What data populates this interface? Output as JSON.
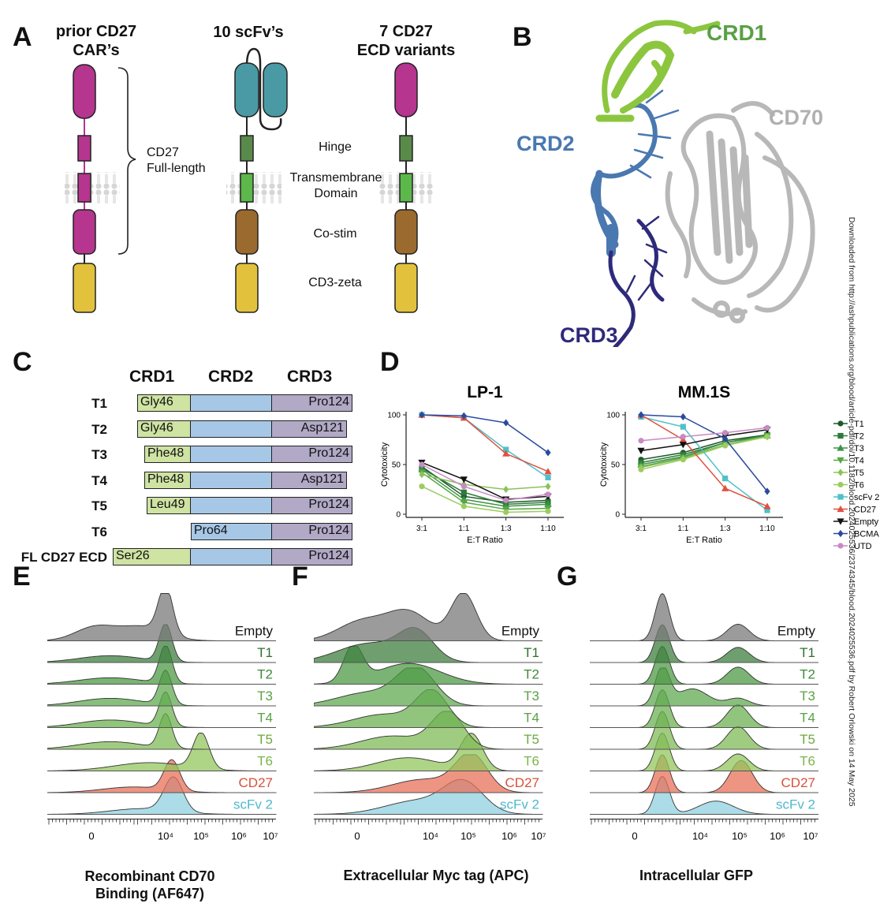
{
  "panels": {
    "A": {
      "letter": "A",
      "col1_title": [
        "prior CD27",
        "CAR’s"
      ],
      "col2_title": "10 scFv’s",
      "col3_title": [
        "7 CD27",
        "ECD variants"
      ],
      "brace_label": [
        "CD27",
        "Full-length"
      ],
      "domain_labels": [
        "Hinge",
        "Transmembrane",
        "Domain",
        "Co-stim",
        "CD3-zeta"
      ],
      "colors": {
        "cd27": "#b5358f",
        "scfv": "#4a9aa5",
        "hinge": "#5a8a4a",
        "tm": "#5cb84a",
        "costim": "#9b6a2e",
        "cd3z": "#e2c23c",
        "membrane": "#cfcfcf"
      }
    },
    "B": {
      "letter": "B",
      "labels": {
        "crd1": "CRD1",
        "crd2": "CRD2",
        "crd3": "CRD3",
        "cd70": "CD70"
      },
      "colors": {
        "crd1": "#8cc63f",
        "crd2": "#4a78b0",
        "crd3": "#2e2a7a",
        "cd70": "#b0b0b0",
        "crd1_label": "#5aa046",
        "crd2_label": "#4a78b0",
        "crd3_label": "#2e2a7a"
      }
    },
    "C": {
      "letter": "C",
      "headers": [
        "CRD1",
        "CRD2",
        "CRD3"
      ],
      "rows": [
        {
          "name": "T1",
          "start": "Gly46",
          "end": "Pro124"
        },
        {
          "name": "T2",
          "start": "Gly46",
          "end": "Asp121"
        },
        {
          "name": "T3",
          "start": "Phe48",
          "end": "Pro124"
        },
        {
          "name": "T4",
          "start": "Phe48",
          "end": "Asp121"
        },
        {
          "name": "T5",
          "start": "Leu49",
          "end": "Pro124"
        },
        {
          "name": "T6",
          "start": "Pro64",
          "end": "Pro124"
        },
        {
          "name": "FL CD27 ECD",
          "start": "Ser26",
          "end": "Pro124"
        }
      ],
      "colors": {
        "crd1": "#cfe3a3",
        "crd2": "#a7c7e6",
        "crd3": "#b1a9c6"
      }
    },
    "D": {
      "letter": "D",
      "legend": [
        "T1",
        "T2",
        "T3",
        "T4",
        "T5",
        "T6",
        "scFv 2",
        "CD27",
        "Empty",
        "BCMA",
        "UTD"
      ]
    },
    "E": {
      "letter": "E",
      "xlabel": [
        "Recombinant CD70",
        "Binding (AF647)"
      ]
    },
    "F": {
      "letter": "F",
      "xlabel": [
        "Extracellular Myc tag (APC)"
      ]
    },
    "G": {
      "letter": "G",
      "xlabel": [
        "Intracellular GFP"
      ]
    },
    "histogram_tracks": [
      "Empty",
      "T1",
      "T2",
      "T3",
      "T4",
      "T5",
      "T6",
      "CD27",
      "scFv 2"
    ],
    "histogram_colors": [
      "#7a7a7a",
      "#3f7f3f",
      "#4e9a45",
      "#61a952",
      "#6cb152",
      "#80bb57",
      "#93c55e",
      "#e8705a",
      "#8fd0e0"
    ],
    "histogram_label_colors": [
      "#111111",
      "#2f6f2f",
      "#3e8a38",
      "#5aa046",
      "#5aa046",
      "#6aaa3e",
      "#7ab548",
      "#d9503a",
      "#4fb8cc"
    ],
    "side_note": "Downloaded from http://ashpublications.org/blood/article-pdf/doi/10.1182/blood.2024025536/2374345/blood.2024025536.pdf by Robert Orlowski on 14 May 2025"
  },
  "chart_data": [
    {
      "type": "line",
      "title": "LP-1",
      "xlabel": "E:T Ratio",
      "ylabel": "Cytotoxicity",
      "categories": [
        "3:1",
        "1:1",
        "1:3",
        "1:10"
      ],
      "ylim": [
        0,
        100
      ],
      "yticks": [
        0,
        50,
        100
      ],
      "series": [
        {
          "name": "T1",
          "color": "#1f5a2a",
          "marker": "circle",
          "values": [
            48,
            18,
            12,
            14
          ]
        },
        {
          "name": "T2",
          "color": "#2f7a3a",
          "marker": "square",
          "values": [
            46,
            22,
            10,
            12
          ]
        },
        {
          "name": "T3",
          "color": "#3e9148",
          "marker": "triangle",
          "values": [
            45,
            15,
            8,
            10
          ]
        },
        {
          "name": "T4",
          "color": "#55a845",
          "marker": "triangle-down",
          "values": [
            42,
            12,
            5,
            6
          ]
        },
        {
          "name": "T5",
          "color": "#8cc25a",
          "marker": "diamond",
          "values": [
            40,
            30,
            25,
            28
          ]
        },
        {
          "name": "T6",
          "color": "#9ccc5f",
          "marker": "circle",
          "values": [
            28,
            8,
            2,
            3
          ]
        },
        {
          "name": "scFv 2",
          "color": "#4fc0c8",
          "marker": "square",
          "values": [
            100,
            97,
            65,
            37
          ]
        },
        {
          "name": "CD27",
          "color": "#e05040",
          "marker": "triangle",
          "values": [
            100,
            97,
            61,
            43
          ]
        },
        {
          "name": "Empty",
          "color": "#111111",
          "marker": "triangle-down",
          "values": [
            52,
            35,
            15,
            18
          ]
        },
        {
          "name": "BCMA",
          "color": "#2a4aa0",
          "marker": "diamond",
          "values": [
            100,
            99,
            92,
            62
          ]
        },
        {
          "name": "UTD",
          "color": "#c88ac4",
          "marker": "circle",
          "values": [
            50,
            28,
            14,
            20
          ]
        }
      ]
    },
    {
      "type": "line",
      "title": "MM.1S",
      "xlabel": "E:T Ratio",
      "ylabel": "Cytotoxicity",
      "categories": [
        "3:1",
        "1:1",
        "1:3",
        "1:10"
      ],
      "ylim": [
        0,
        100
      ],
      "yticks": [
        0,
        50,
        100
      ],
      "series": [
        {
          "name": "T1",
          "color": "#1f5a2a",
          "marker": "circle",
          "values": [
            55,
            62,
            74,
            80
          ]
        },
        {
          "name": "T2",
          "color": "#2f7a3a",
          "marker": "square",
          "values": [
            52,
            60,
            72,
            80
          ]
        },
        {
          "name": "T3",
          "color": "#3e9148",
          "marker": "triangle",
          "values": [
            50,
            58,
            72,
            79
          ]
        },
        {
          "name": "T4",
          "color": "#55a845",
          "marker": "triangle-down",
          "values": [
            48,
            57,
            70,
            79
          ]
        },
        {
          "name": "T5",
          "color": "#8cc25a",
          "marker": "diamond",
          "values": [
            47,
            56,
            70,
            78
          ]
        },
        {
          "name": "T6",
          "color": "#9ccc5f",
          "marker": "circle",
          "values": [
            45,
            55,
            69,
            78
          ]
        },
        {
          "name": "scFv 2",
          "color": "#4fc0c8",
          "marker": "square",
          "values": [
            98,
            88,
            36,
            4
          ]
        },
        {
          "name": "CD27",
          "color": "#e05040",
          "marker": "triangle",
          "values": [
            100,
            75,
            26,
            8
          ]
        },
        {
          "name": "Empty",
          "color": "#111111",
          "marker": "triangle-down",
          "values": [
            64,
            70,
            79,
            85
          ]
        },
        {
          "name": "BCMA",
          "color": "#2a4aa0",
          "marker": "diamond",
          "values": [
            100,
            98,
            76,
            23
          ]
        },
        {
          "name": "UTD",
          "color": "#c88ac4",
          "marker": "circle",
          "values": [
            74,
            78,
            82,
            87
          ]
        }
      ]
    }
  ]
}
